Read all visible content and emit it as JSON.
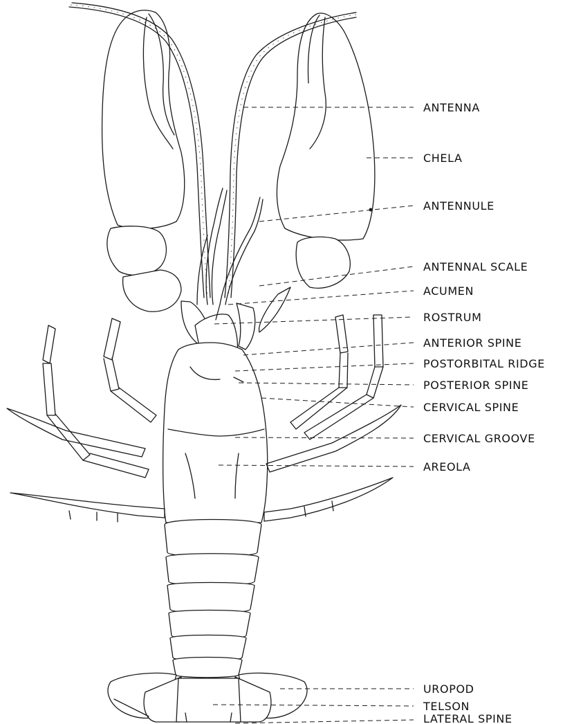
{
  "diagram": {
    "subject": "crayfish-dorsal-view",
    "labels": [
      {
        "id": "antenna",
        "text": "ANTENNA"
      },
      {
        "id": "chela",
        "text": "CHELA"
      },
      {
        "id": "antennule",
        "text": "ANTENNULE"
      },
      {
        "id": "antennal-scale",
        "text": "ANTENNAL SCALE"
      },
      {
        "id": "acumen",
        "text": "ACUMEN"
      },
      {
        "id": "rostrum",
        "text": "ROSTRUM"
      },
      {
        "id": "anterior-spine",
        "text": "ANTERIOR SPINE"
      },
      {
        "id": "postorbital-ridge",
        "text": "POSTORBITAL RIDGE"
      },
      {
        "id": "posterior-spine",
        "text": "POSTERIOR SPINE"
      },
      {
        "id": "cervical-spine",
        "text": "CERVICAL SPINE"
      },
      {
        "id": "cervical-groove",
        "text": "CERVICAL GROOVE"
      },
      {
        "id": "areola",
        "text": "AREOLA"
      },
      {
        "id": "uropod",
        "text": "UROPOD"
      },
      {
        "id": "telson",
        "text": "TELSON"
      },
      {
        "id": "lateral-spine",
        "text": "LATERAL SPINE"
      }
    ]
  }
}
